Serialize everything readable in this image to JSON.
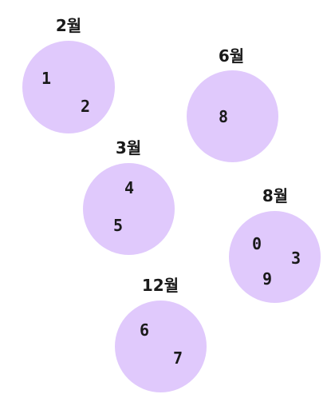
{
  "bubble_color": "#e0c9fc",
  "groups": [
    {
      "label": "2월",
      "digits": [
        "1",
        "2"
      ]
    },
    {
      "label": "6월",
      "digits": [
        "8"
      ]
    },
    {
      "label": "3월",
      "digits": [
        "4",
        "5"
      ]
    },
    {
      "label": "8월",
      "digits": [
        "0",
        "3",
        "9"
      ]
    },
    {
      "label": "12월",
      "digits": [
        "6",
        "7"
      ]
    }
  ]
}
